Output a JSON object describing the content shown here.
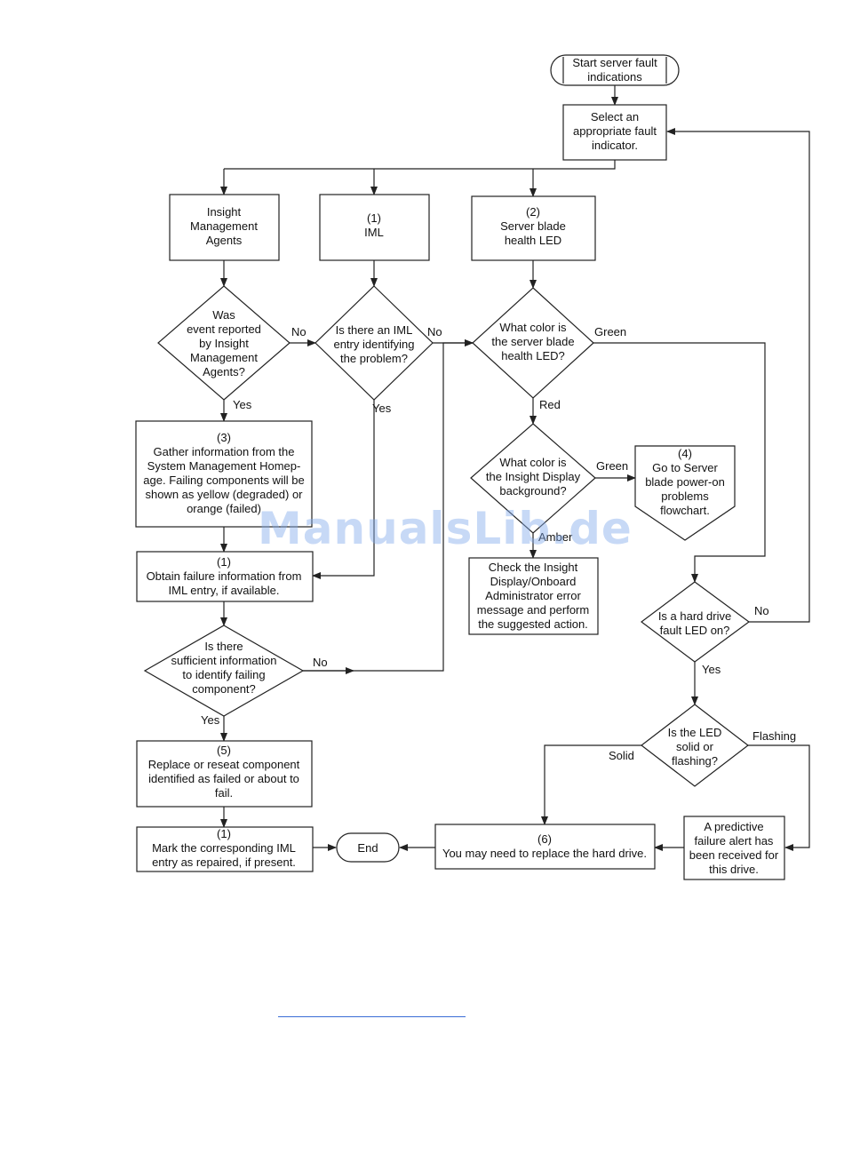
{
  "flowchart": {
    "nodes": {
      "start": [
        "Start server fault",
        "indications"
      ],
      "select": [
        "Select an",
        "appropriate fault",
        "indicator."
      ],
      "ima": [
        "Insight",
        "Management",
        "Agents"
      ],
      "iml": [
        "(1)",
        "IML"
      ],
      "blade": [
        "(2)",
        "Server blade",
        "health LED"
      ],
      "q_reported": [
        "Was",
        "event reported",
        "by Insight",
        "Management",
        "Agents?"
      ],
      "q_iml": [
        "Is there an IML",
        "entry identifying",
        "the problem?"
      ],
      "q_color": [
        "What color is",
        "the server blade",
        "health LED?"
      ],
      "gather": [
        "(3)",
        "Gather information from the",
        "System Management Homep-",
        "age. Failing components will be",
        "shown as yellow (degraded) or",
        "orange (failed)"
      ],
      "q_display": [
        "What color is",
        "the Insight Display",
        "background?"
      ],
      "goto_poweron": [
        "(4)",
        "Go to Server",
        "blade power-on",
        "problems",
        "flowchart."
      ],
      "obtain": [
        "(1)",
        "Obtain failure information from",
        "IML entry, if available."
      ],
      "check_display": [
        "Check the Insight",
        "Display/Onboard",
        "Administrator error",
        "message and perform",
        "the suggested action."
      ],
      "q_hdd": [
        "Is a hard drive",
        "fault LED on?"
      ],
      "q_sufficient": [
        "Is there",
        "sufficient information",
        "to identify failing",
        "component?"
      ],
      "q_solid": [
        "Is the LED",
        "solid or",
        "flashing?"
      ],
      "replace": [
        "(5)",
        "Replace or reseat component",
        "identified as failed or about to",
        "fail."
      ],
      "mark": [
        "(1)",
        "Mark the corresponding IML",
        "entry as repaired, if present."
      ],
      "end": [
        "End"
      ],
      "replace_drive": [
        "(6)",
        "You may need to replace the hard drive."
      ],
      "predictive": [
        "A predictive",
        "failure alert has",
        "been received for",
        "this drive."
      ]
    },
    "edge_labels": {
      "no_reported": "No",
      "no_iml": "No",
      "green_color": "Green",
      "yes_reported": "Yes",
      "yes_iml": "Yes",
      "red": "Red",
      "green_display": "Green",
      "amber": "Amber",
      "no_hdd": "No",
      "yes_hdd": "Yes",
      "no_sufficient": "No",
      "yes_sufficient": "Yes",
      "flashing": "Flashing",
      "solid": "Solid"
    }
  },
  "watermark": "ManualsLib.de"
}
